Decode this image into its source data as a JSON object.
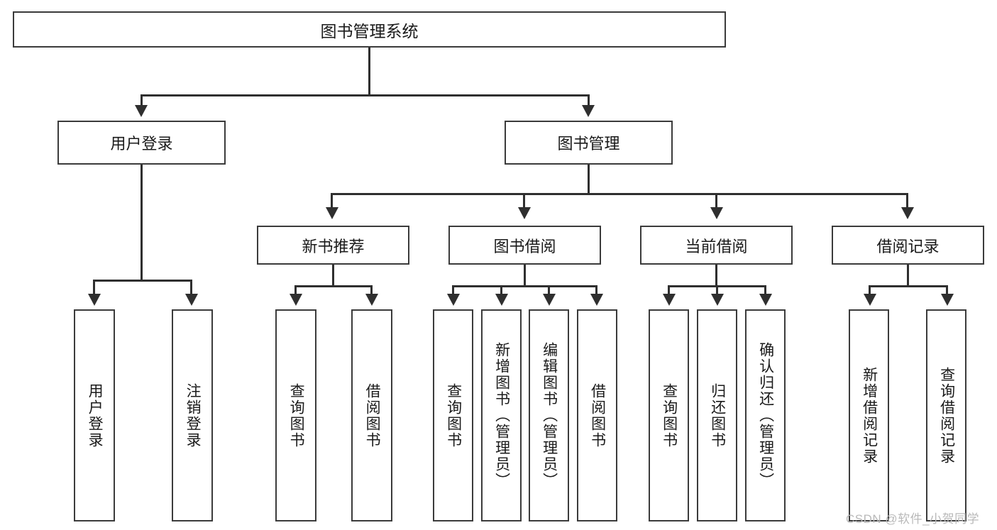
{
  "diagram": {
    "title": "图书管理系统",
    "type": "hierarchy-tree",
    "root": {
      "label": "图书管理系统"
    },
    "level2": [
      {
        "label": "用户登录"
      },
      {
        "label": "图书管理"
      }
    ],
    "level3": [
      {
        "label": "新书推荐"
      },
      {
        "label": "图书借阅"
      },
      {
        "label": "当前借阅"
      },
      {
        "label": "借阅记录"
      }
    ],
    "leaves": {
      "user_login": [
        {
          "label": "用户登录"
        },
        {
          "label": "注销登录"
        }
      ],
      "new_book_recommend": [
        {
          "label": "查询图书"
        },
        {
          "label": "借阅图书"
        }
      ],
      "book_borrow": [
        {
          "label": "查询图书"
        },
        {
          "label": "新增图书（管理员）"
        },
        {
          "label": "编辑图书（管理员）"
        },
        {
          "label": "借阅图书"
        }
      ],
      "current_borrow": [
        {
          "label": "查询图书"
        },
        {
          "label": "归还图书"
        },
        {
          "label": "确认归还（管理员）"
        }
      ],
      "borrow_record": [
        {
          "label": "新增借阅记录"
        },
        {
          "label": "查询借阅记录"
        }
      ]
    }
  },
  "watermark": {
    "text": "CSDN @软件_小贺同学"
  },
  "colors": {
    "stroke": "#3b3b3b",
    "line": "#2f2f2f",
    "background": "#ffffff",
    "text": "#1a1a1a",
    "watermark": "#b9b9b9"
  }
}
